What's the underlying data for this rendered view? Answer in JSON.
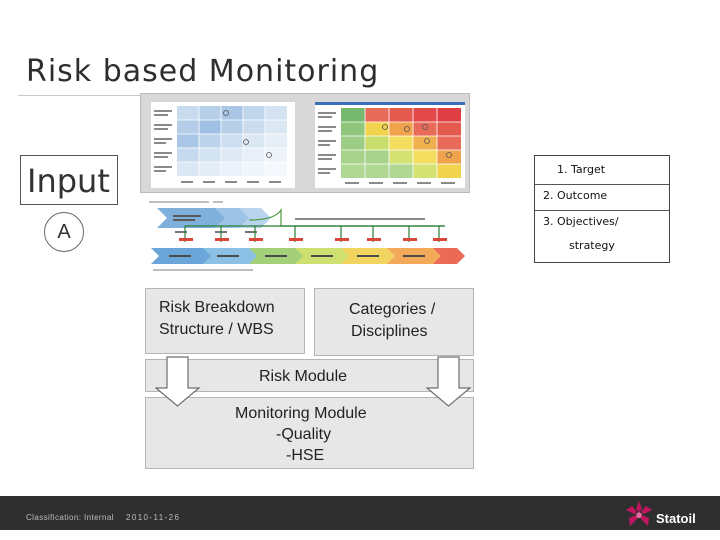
{
  "slide": {
    "title": "Risk based Monitoring",
    "input_label": "Input",
    "a_label": "A",
    "legend": [
      "1. Target",
      "2. Outcome",
      "3. Objectives/",
      "strategy"
    ],
    "risk_breakdown": [
      "Risk Breakdown",
      "Structure / WBS"
    ],
    "categories": [
      "Categories /",
      "Disciplines"
    ],
    "risk_module": "Risk Module",
    "monitoring": [
      "Monitoring Module",
      "-Quality",
      "-HSE"
    ]
  },
  "footer": {
    "classification": "Classification: Internal",
    "date": "2010-11-26",
    "logo": "Statoil",
    "logo_icon": "statoil-star-icon"
  },
  "colors": {
    "footer_bg": "#2f2f2f",
    "logo_magenta": "#c0155f",
    "chevron_blue": "#7fb0dc",
    "gray_box": "#e7e7e7"
  }
}
